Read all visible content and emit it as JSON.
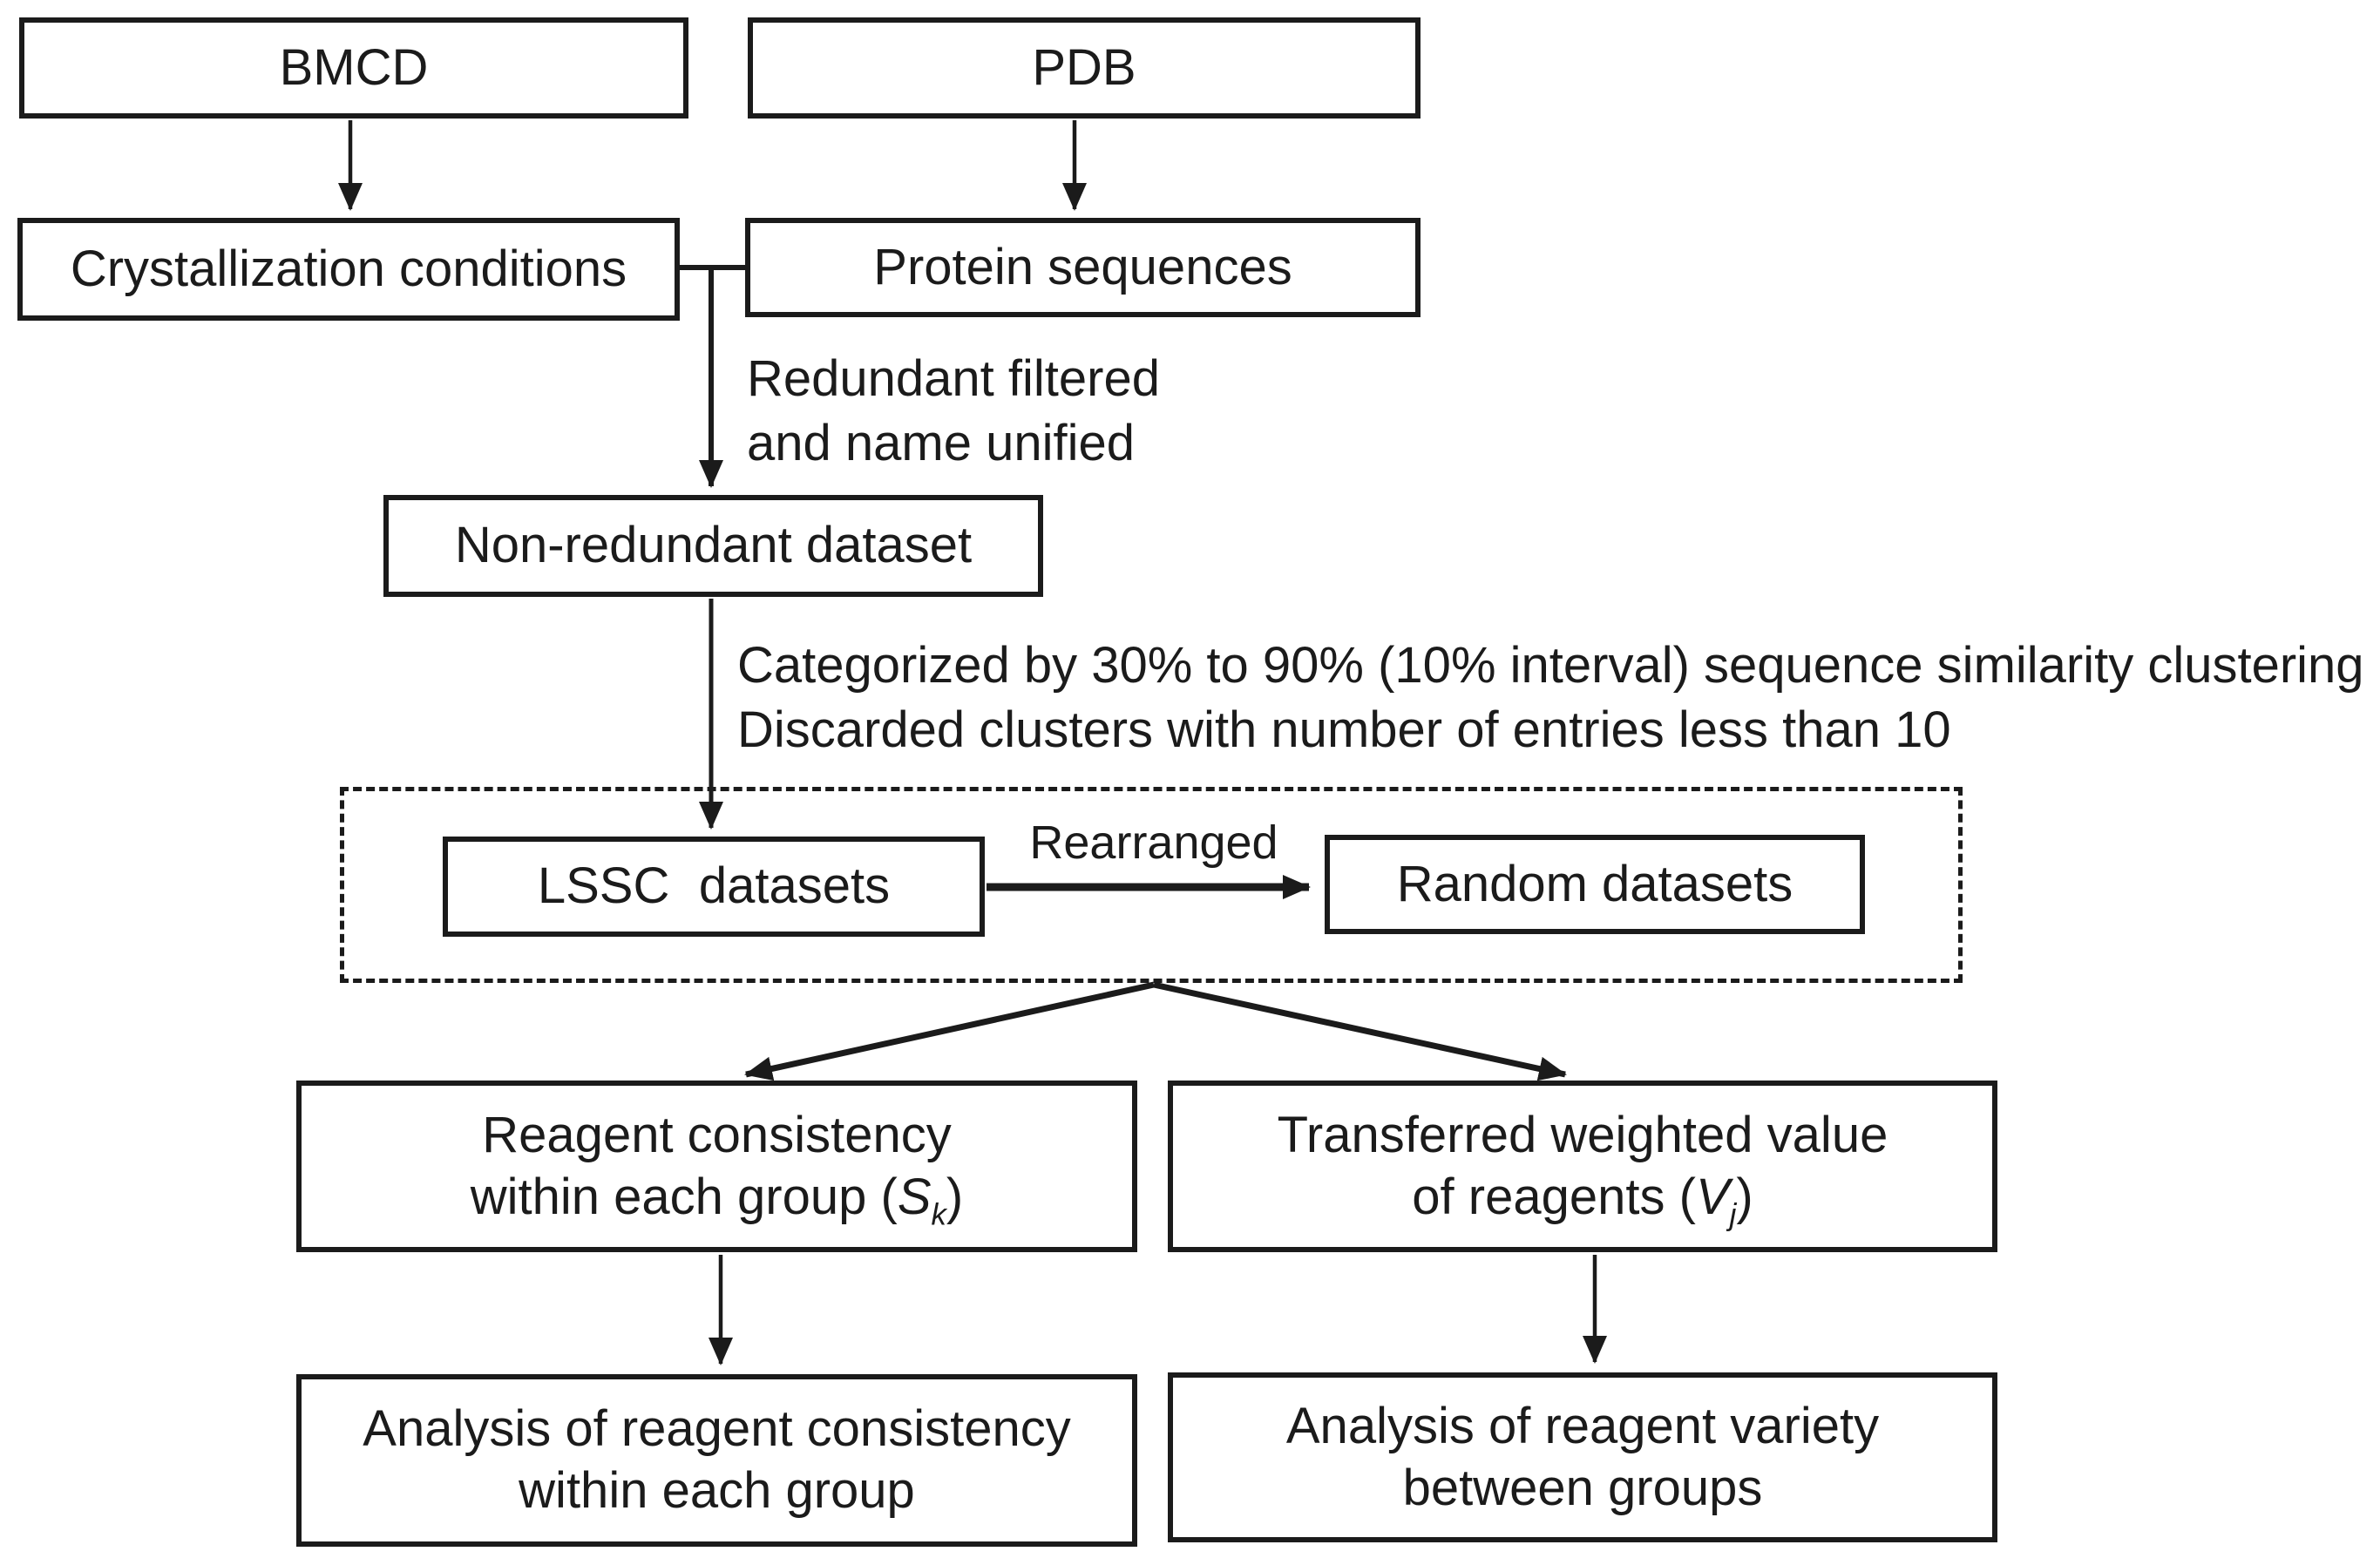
{
  "flowchart": {
    "nodes": {
      "bmcd": "BMCD",
      "pdb": "PDB",
      "crystallization_conditions": "Crystallization conditions",
      "protein_sequences": "Protein sequences",
      "non_redundant_dataset": "Non-redundant dataset",
      "lssc_datasets": "LSSC datasets",
      "random_datasets": "Random datasets",
      "reagent_consistency": {
        "line1": "Reagent consistency",
        "line2_prefix": "within each group (",
        "symbol": "S",
        "subscript": "k",
        "line2_suffix": ")"
      },
      "transferred_weighted_value": {
        "line1": "Transferred weighted value",
        "line2_prefix": "of reagents (",
        "symbol": "V",
        "subscript": "j",
        "line2_suffix": ")"
      },
      "analysis_reagent_consistency": {
        "line1": "Analysis of reagent consistency",
        "line2": "within each group"
      },
      "analysis_reagent_variety": {
        "line1": "Analysis of reagent variety",
        "line2": "between groups"
      }
    },
    "edge_labels": {
      "redundant_filtered": {
        "line1": "Redundant filtered",
        "line2": "and name unified"
      },
      "clustering_note": {
        "line1": "Categorized by 30% to 90% (10% interval) sequence similarity clustering",
        "line2": "Discarded clusters with number of entries less than 10"
      },
      "rearranged": "Rearranged"
    },
    "colors": {
      "ink": "#1b1b1b",
      "background": "#ffffff"
    }
  }
}
